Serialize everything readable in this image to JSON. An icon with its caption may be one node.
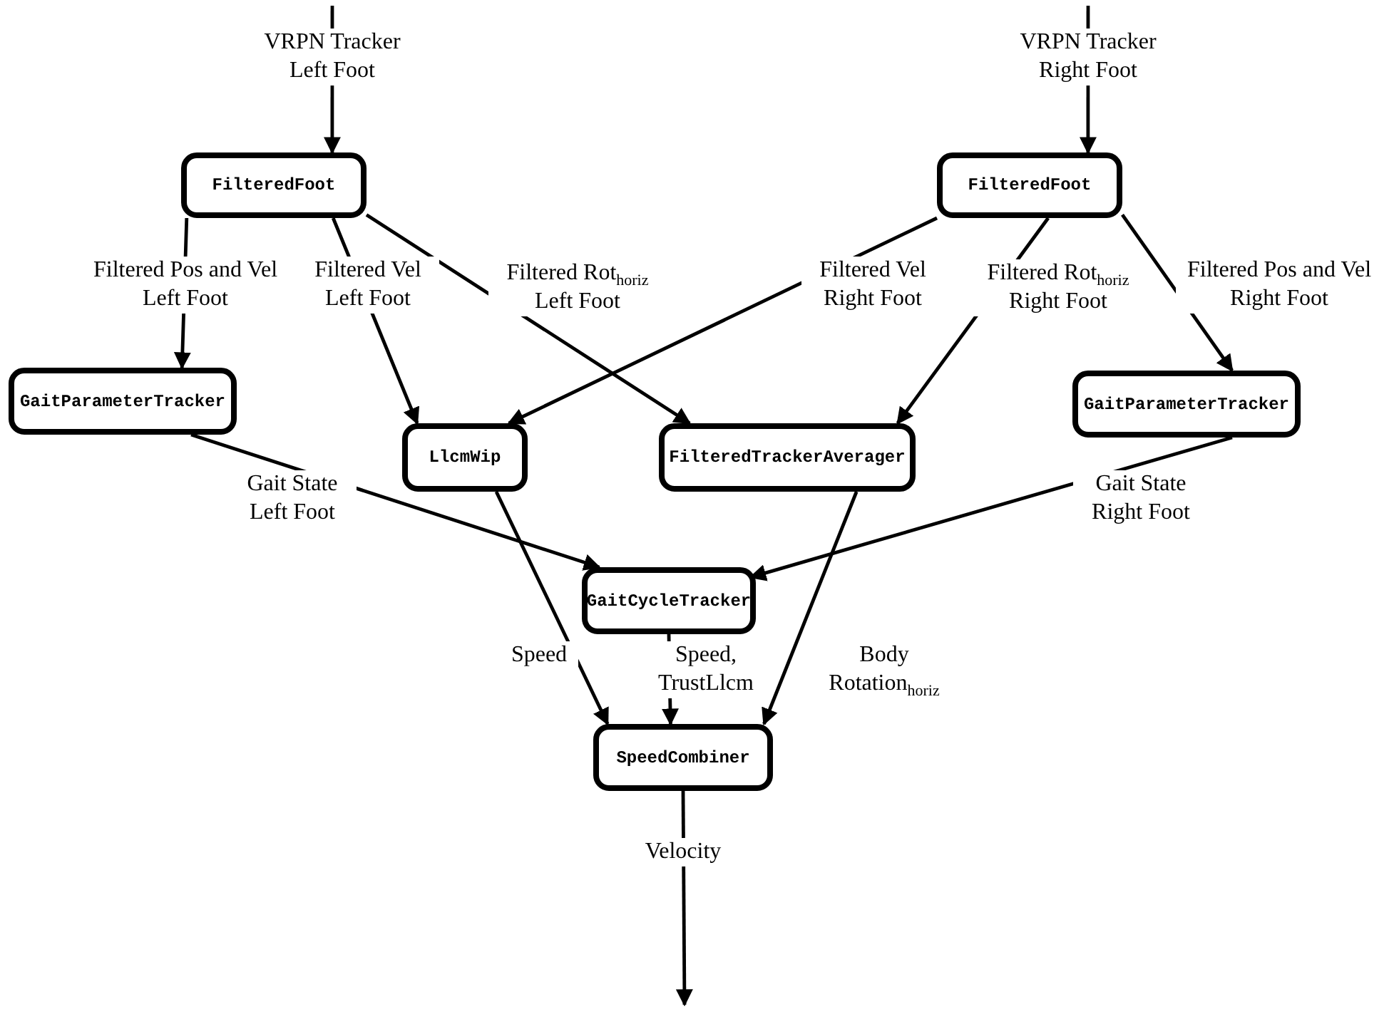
{
  "diagram": {
    "nodes": [
      {
        "text": [
          "FilteredFoot"
        ]
      },
      {
        "text": [
          "FilteredFoot"
        ]
      },
      {
        "text": [
          "GaitParameterTracker"
        ]
      },
      {
        "text": [
          "LlcmWip"
        ]
      },
      {
        "text": [
          "FilteredTrackerAverager"
        ]
      },
      {
        "text": [
          "GaitParameterTracker"
        ]
      },
      {
        "text": [
          "GaitCycleTracker"
        ]
      },
      {
        "text": [
          "SpeedCombiner"
        ]
      }
    ],
    "edges": [
      {
        "from": null,
        "to": 0,
        "arrow": "to",
        "label": "VRPN Tracker Left Foot"
      },
      {
        "from": null,
        "to": 1,
        "arrow": "to",
        "label": "VRPN Tracker Right Foot"
      },
      {
        "from": 0,
        "to": 2,
        "arrow": "to",
        "label": "Filtered Pos and Vel Left Foot"
      },
      {
        "from": 0,
        "to": 3,
        "arrow": "to",
        "label": "Filtered Vel Left Foot"
      },
      {
        "from": 0,
        "to": 4,
        "arrow": "to",
        "label": "Filtered Rot$_{horiz}$ Left Foot"
      },
      {
        "from": 1,
        "to": 3,
        "arrow": "to",
        "label": "Filtered Vel Right Foot"
      },
      {
        "from": 1,
        "to": 4,
        "arrow": "to",
        "label": "Filtered Rot$_{horiz}$ Right Foot"
      },
      {
        "from": 1,
        "to": 5,
        "arrow": "to",
        "label": "Filtered Pos and Vel Right Foot"
      },
      {
        "from": 2,
        "to": 6,
        "arrow": "to",
        "label": "Gait State Left Foot"
      },
      {
        "from": 5,
        "to": 6,
        "arrow": "to",
        "label": "Gait State Right Foot"
      },
      {
        "from": 3,
        "to": 7,
        "arrow": "to",
        "label": "Speed"
      },
      {
        "from": 6,
        "to": 7,
        "arrow": "to",
        "label": "Speed, TrustLlcm"
      },
      {
        "from": 4,
        "to": 7,
        "arrow": "to",
        "label": "Body Rotation$_{horiz}$"
      },
      {
        "from": 7,
        "to": null,
        "arrow": "to",
        "label": "Velocity"
      }
    ]
  }
}
